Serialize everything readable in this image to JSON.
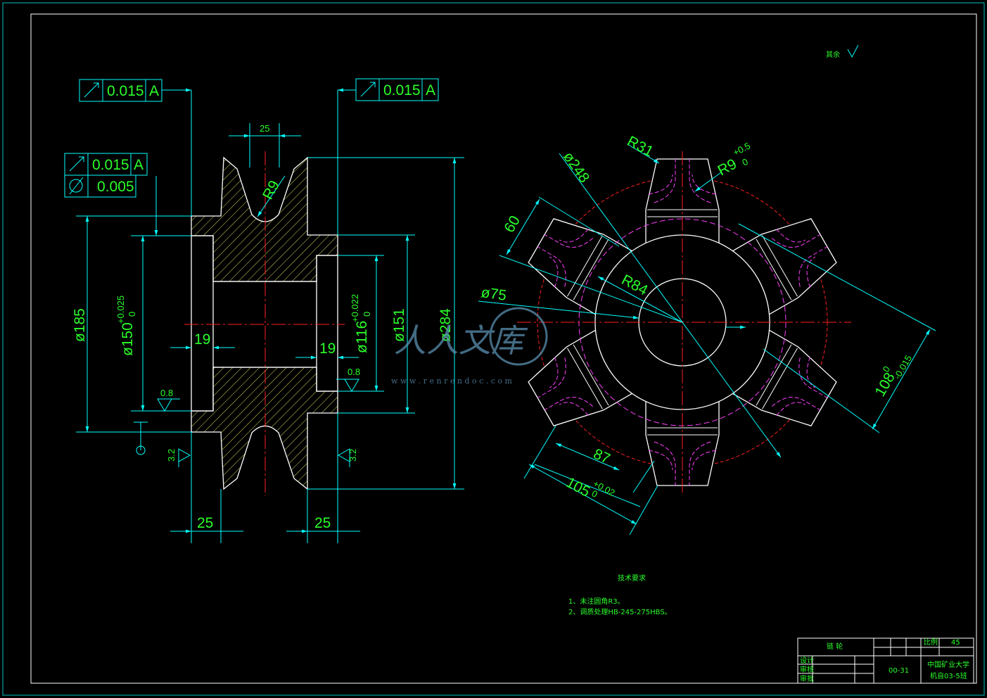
{
  "gdt": {
    "runout_value": "0.015",
    "datum_letter": "A",
    "flatness_value": "0.005"
  },
  "section_view": {
    "groove_width": "25",
    "groove_radius": "R9",
    "dia_185": "ø185",
    "dia_150": "ø150",
    "dia_150_tol_upper": "+0.025",
    "dia_150_tol_lower": "0",
    "dia_116": "ø116",
    "dia_116_tol_upper": "+0.022",
    "dia_116_tol_lower": "0",
    "dia_151": "ø151",
    "dia_284": "ø284",
    "depth_left": "19",
    "depth_right": "19",
    "bottom_left": "25",
    "bottom_right": "25",
    "roughness_a": "0.8",
    "roughness_b": "3.2"
  },
  "front_view": {
    "r31": "R31",
    "r9": "R9",
    "r9_tol_upper": "+0.5",
    "r9_tol_lower": "0",
    "dia_248": "ø248",
    "dim_60": "60",
    "r84": "R84",
    "dia_75": "ø75",
    "dim_108": "108",
    "dim_108_tol_upper": "0",
    "dim_108_tol_lower": "-0.015",
    "dim_87": "87",
    "dim_105": "105",
    "dim_105_tol_upper": "+0.02",
    "dim_105_tol_lower": "0"
  },
  "roughness_note": "其余",
  "tech_requirements": {
    "title": "技术要求",
    "item1": "1、未注圆角R3。",
    "item2": "2、调质处理HB-245-275HBS。"
  },
  "title_block": {
    "part_name": "链 轮",
    "drawing_no": "00-31",
    "school": "中国矿业大学",
    "class_name": "机自03-5班",
    "designer_label": "设计",
    "checker_label": "审核",
    "approver_label": "审批",
    "scale_label": "比例",
    "material": "45"
  },
  "watermark": {
    "text": "人人文库",
    "url": "w w w . r e n r e n d o c . c o m"
  },
  "colors": {
    "frame": "#ffffff",
    "dimension": "#00ffff",
    "text": "#2bff2b",
    "centerline": "#ff2020",
    "hatch": "#d8d860",
    "hidden": "#ff40ff"
  }
}
